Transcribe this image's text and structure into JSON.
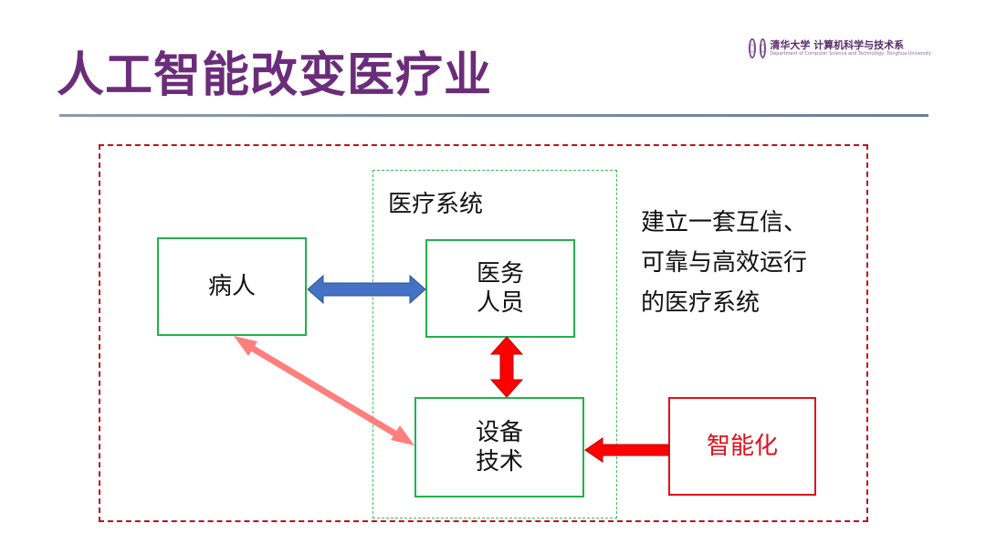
{
  "title": "人工智能改变医疗业",
  "logo": {
    "main": "清华大学 计算机科学与技术系",
    "sub": "Department of Computer Science and Technology, Tsinghua University"
  },
  "diagram": {
    "system_label": "医疗系统",
    "patient": "病人",
    "staff": [
      "医务",
      "人员"
    ],
    "tech": [
      "设备",
      "技术"
    ],
    "ai": "智能化",
    "note": [
      "建立一套互信、",
      "可靠与高效运行",
      "的医疗系统"
    ]
  },
  "colors": {
    "title": "#6b2d7a",
    "outer_frame": "#c0101a",
    "system_frame": "#3bbf5a",
    "box_border": "#22b14c",
    "ai_border": "#e0101a",
    "ai_text": "#e0101a",
    "arrow_blue": "#4472c4",
    "arrow_red": "#ff0000",
    "arrow_pink": "#ff7f7f"
  }
}
